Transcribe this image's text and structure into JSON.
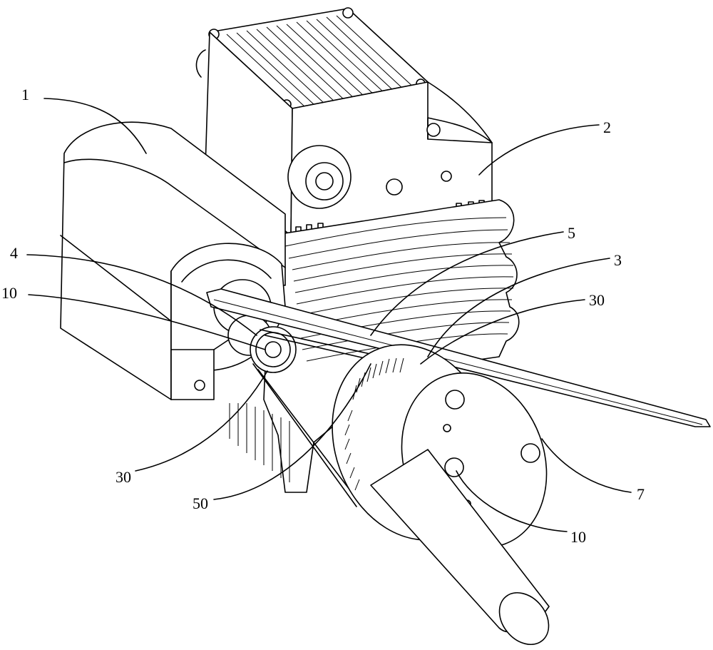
{
  "figure": {
    "background": "#ffffff",
    "line_color": "#000000",
    "labels": [
      {
        "id": "label-1",
        "text": "1"
      },
      {
        "id": "label-2",
        "text": "2"
      },
      {
        "id": "label-5",
        "text": "5"
      },
      {
        "id": "label-3",
        "text": "3"
      },
      {
        "id": "label-4",
        "text": "4"
      },
      {
        "id": "label-10-left",
        "text": "10"
      },
      {
        "id": "label-30-right",
        "text": "30"
      },
      {
        "id": "label-30-left",
        "text": "30"
      },
      {
        "id": "label-50",
        "text": "50"
      },
      {
        "id": "label-7",
        "text": "7"
      },
      {
        "id": "label-10-bottom",
        "text": "10"
      }
    ]
  }
}
